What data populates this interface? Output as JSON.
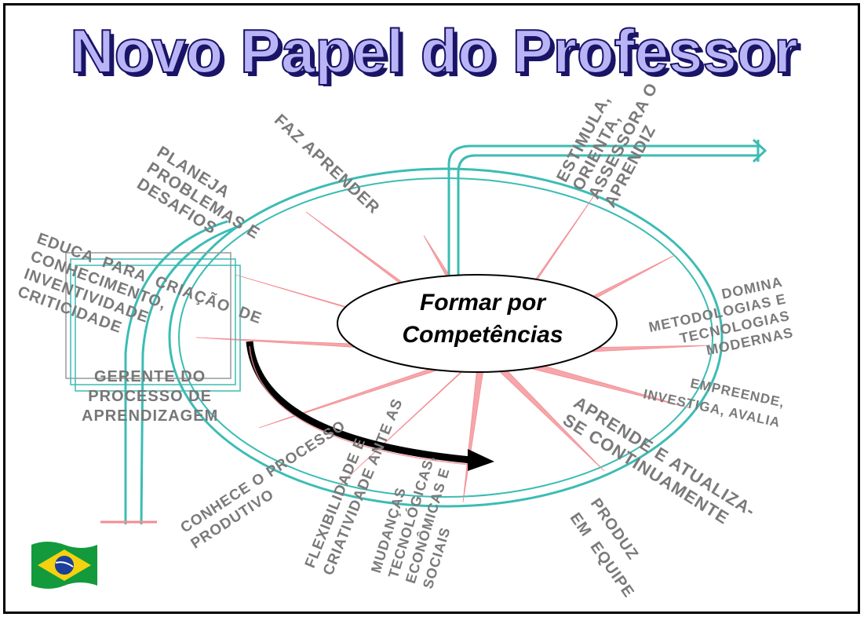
{
  "title": "Novo Papel do Professor",
  "center": {
    "line1": "Formar por",
    "line2": "Competências"
  },
  "labels": {
    "faz_aprender": "FAZ APRENDER",
    "estimula": "ESTIMULA,\nORIENTA,\nASSESSORA O\nAPRENDIZ",
    "planeja": "PLANEJA\nPROBLEMAS E\nDESAFIOS",
    "educa": "EDUCA  PARA  CRIAÇÃO  DE\nCONHECIMENTO,\nINVENTIVIDADE\nCRITICIDADE",
    "domina": "DOMINA\nMETODOLOGIAS E\nTECNOLOGIAS\nMODERNAS",
    "gerente": "GERENTE DO\nPROCESSO DE\nAPRENDIZAGEM",
    "empreende": "EMPREENDE,\nINVESTIGA, AVALIA",
    "aprende": "APRENDE E ATUALIZA-\nSE CONTINUAMENTE",
    "conhece": "CONHECE O PROCESSO\nPRODUTIVO",
    "flexibilidade": "FLEXIBILIDADE E\nCRIATIVIDADE ANTE AS",
    "mudancas": "MUDANÇAS\nTECNOLÓGICAS,\nECONÔMICAS E\nSOCIAIS",
    "produz": "PRODUZ\nEM  EQUIPE"
  },
  "colors": {
    "title_fill": "#b9b4f6",
    "title_shadow": "#1a1466",
    "pipe": "#3cbcb4",
    "spike": "#f6a6aa",
    "label": "#7a7a7a",
    "arrow": "#000000"
  },
  "flag": "brazil-flag-icon"
}
